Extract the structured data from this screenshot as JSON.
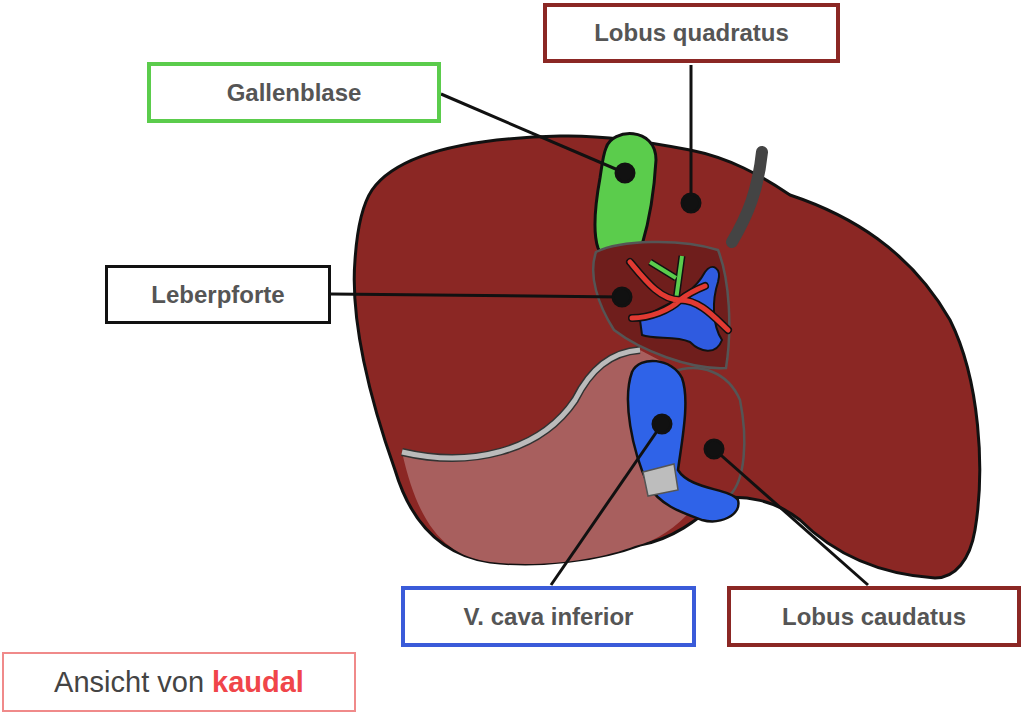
{
  "diagram": {
    "nodes": [
      {
        "text": [
          "Lobus quadratus"
        ]
      },
      {
        "text": [
          "Gallenblase"
        ]
      },
      {
        "text": [
          "Leberpforte"
        ]
      },
      {
        "text": [
          "V. cava inferior"
        ]
      },
      {
        "text": [
          "Lobus caudatus"
        ]
      },
      {
        "text": [
          "Ansicht von",
          "kaudal"
        ]
      }
    ]
  }
}
